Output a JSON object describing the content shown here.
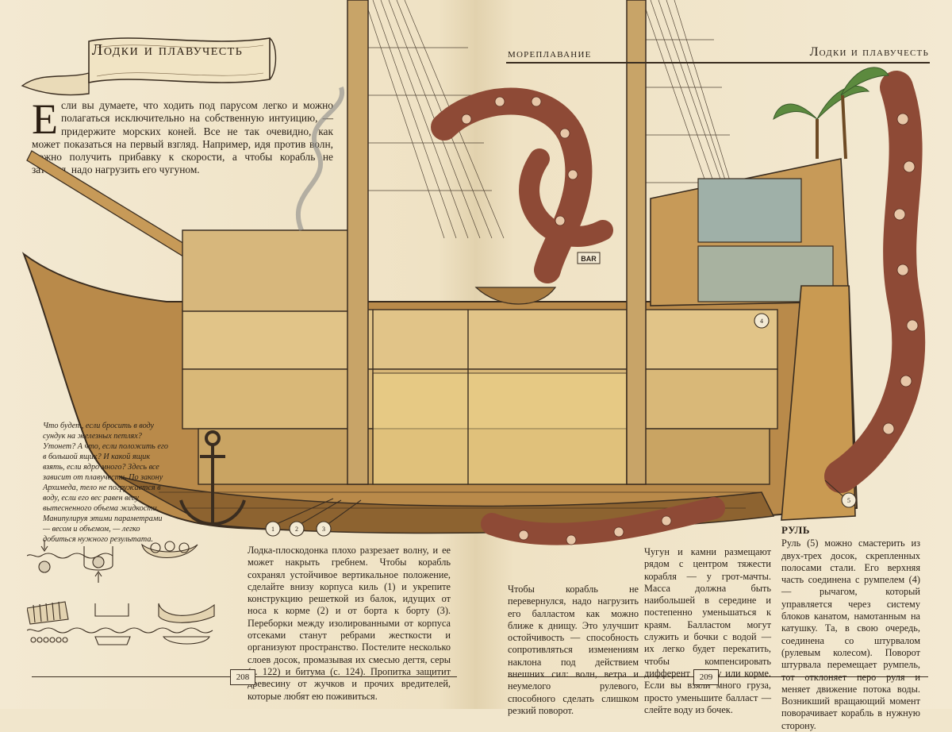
{
  "left_page": {
    "ribbon_title": "Лодки и плавучесть",
    "intro": {
      "dropcap": "Е",
      "text": "сли вы думаете, что ходить под парусом легко и можно полагаться исключительно на собственную интуицию, — придержите морских коней. Все не так очевидно, как может показаться на первый взгляд. Например, идя против волн, можно получить прибавку к скорости, а чтобы корабль не затонул, надо нагрузить его чугуном."
    },
    "side_note": "Что будет, если бросить в воду сундук на железных петлях? Утонет? А что, если положить его в большой ящик? И какой ящик взять, если ядро много? Здесь все зависит от плавучести. По закону Архимеда, тело не погружается в воду, если его вес равен весу вытесненного объема жидкости. Манипулируя этими параметрами — весом и объемом, — легко добиться нужного результата.",
    "column_text": "Лодка-плоскодонка плохо разрезает волну, и ее может накрыть гребнем. Чтобы корабль сохранял устойчивое вертикальное положение, сделайте внизу корпуса киль (1) и укрепите конструкцию решеткой из балок, идущих от носа к корме (2) и от борта к борту (3). Переборки между изолированными от корпуса отсеками станут ребрами жесткости и организуют пространство. Постелите несколько слоев досок, промазывая их смесью дегтя, серы (с. 122) и битума (с. 124). Пропитка защитит древесину от жучков и прочих вредителей, которые любят ею поживиться.",
    "page_number": "208"
  },
  "right_page": {
    "running_header_left": "МОРЕПЛАВАНИЕ",
    "running_header_right": "Лодки и плавучесть",
    "column_text_a": "Чтобы корабль не перевернулся, надо нагрузить его балластом как можно ближе к днищу. Это улучшит остойчивость — способность сопротивляться изменениям наклона под действием внешних сил: волн, ветра и неумелого рулевого, способного сделать слишком резкий поворот.",
    "column_text_b": "Чугун и камни размещают рядом с центром тяжести корабля — у грот-мачты. Масса должна быть наибольшей в середине и постепенно уменьшаться к краям. Балластом могут служить и бочки с водой — их легко будет перекатить, чтобы компенсировать дифферент к носу или корме. Если вы взяли много груза, просто уменьшите балласт — слейте воду из бочек.",
    "rudder": {
      "heading": "РУЛЬ",
      "text": "Руль (5) можно смастерить из двух-трех досок, скрепленных полосами стали. Его верхняя часть соединена с румпелем (4) — рычагом, который управляется через систему блоков канатом, намотанным на катушку. Та, в свою очередь, соединена со штурвалом (рулевым колесом). Поворот штурвала перемещает румпель, тот отклоняет перо руля и меняет движение потока воды. Возникший вращающий момент поворачивает корабль в нужную сторону."
    },
    "page_number": "209"
  },
  "illustration": {
    "callouts": [
      "1",
      "2",
      "3",
      "4",
      "5"
    ],
    "bar_sign": "BAR"
  },
  "colors": {
    "paper": "#f1e6cc",
    "ink": "#2a2118",
    "hull": "#b98a4a",
    "hull_dark": "#6e4a24",
    "octopus": "#8e4a36",
    "mast": "#c8a468"
  }
}
